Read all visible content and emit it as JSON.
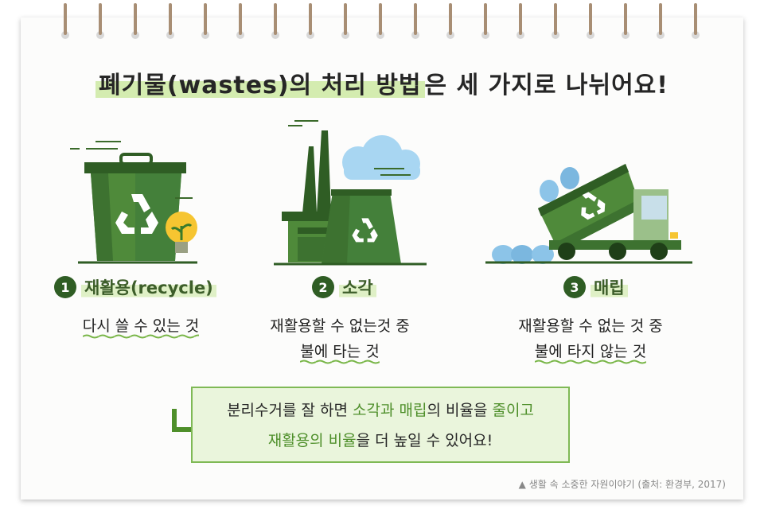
{
  "title": {
    "part1": "폐기물(wastes)의 처리 방법",
    "part2": "은 세 가지로 나뉘어요!"
  },
  "steps": [
    {
      "number": "1",
      "label": "재활용(recycle)",
      "desc_line1": "다시 쓸 수 있는 것",
      "desc_line2": ""
    },
    {
      "number": "2",
      "label": "소각",
      "desc_line1": "재활용할 수 없는것 중",
      "desc_line2": "불에 타는 것"
    },
    {
      "number": "3",
      "label": "매립",
      "desc_line1": "재활용할 수 없는 것 중",
      "desc_line2": "불에 타지 않는 것"
    }
  ],
  "summary": {
    "l1_a": "분리수거를 잘 하면 ",
    "l1_b": "소각과 매립",
    "l1_c": "의 비율을 ",
    "l1_d": "줄이고",
    "l2_a": "재활용의 비율",
    "l2_b": "을 더 높일 수 있어요!"
  },
  "source": "▲ 생활 속 소중한 자원이야기 (출처: 환경부, 2017)",
  "colors": {
    "dark_green": "#2f5d24",
    "mid_green": "#4f8a3a",
    "light_green": "#dff0c6",
    "accent_green": "#7fb955",
    "bag_blue": "#8cc4e8",
    "cloud_blue": "#a8d6f2"
  }
}
